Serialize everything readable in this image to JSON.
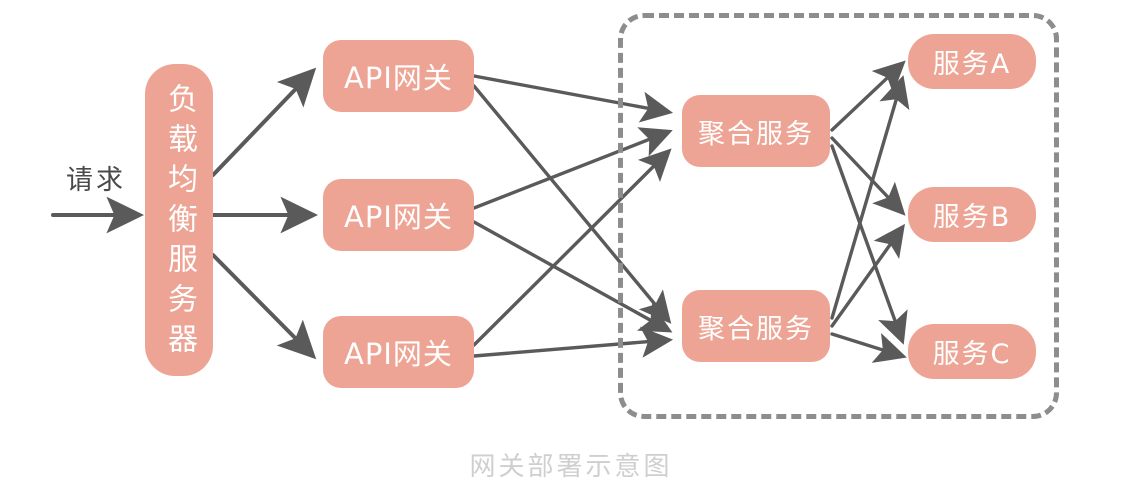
{
  "caption": "网关部署示意图",
  "request": {
    "label": "请求"
  },
  "load_balancer": {
    "label": "负载均衡服务器"
  },
  "gateways": [
    {
      "label": "API网关"
    },
    {
      "label": "API网关"
    },
    {
      "label": "API网关"
    }
  ],
  "aggregators": [
    {
      "label": "聚合服务"
    },
    {
      "label": "聚合服务"
    }
  ],
  "services": [
    {
      "label": "服务A"
    },
    {
      "label": "服务B"
    },
    {
      "label": "服务C"
    }
  ],
  "colors": {
    "node_fill": "#EDA494",
    "node_text": "#FFFFFF",
    "arrow": "#5a5a5a",
    "group_border": "#8D8D8D",
    "caption_text": "#CFCFCF",
    "background": "#FFFFFF"
  },
  "group": {
    "style": "dashed-rounded-rectangle"
  }
}
